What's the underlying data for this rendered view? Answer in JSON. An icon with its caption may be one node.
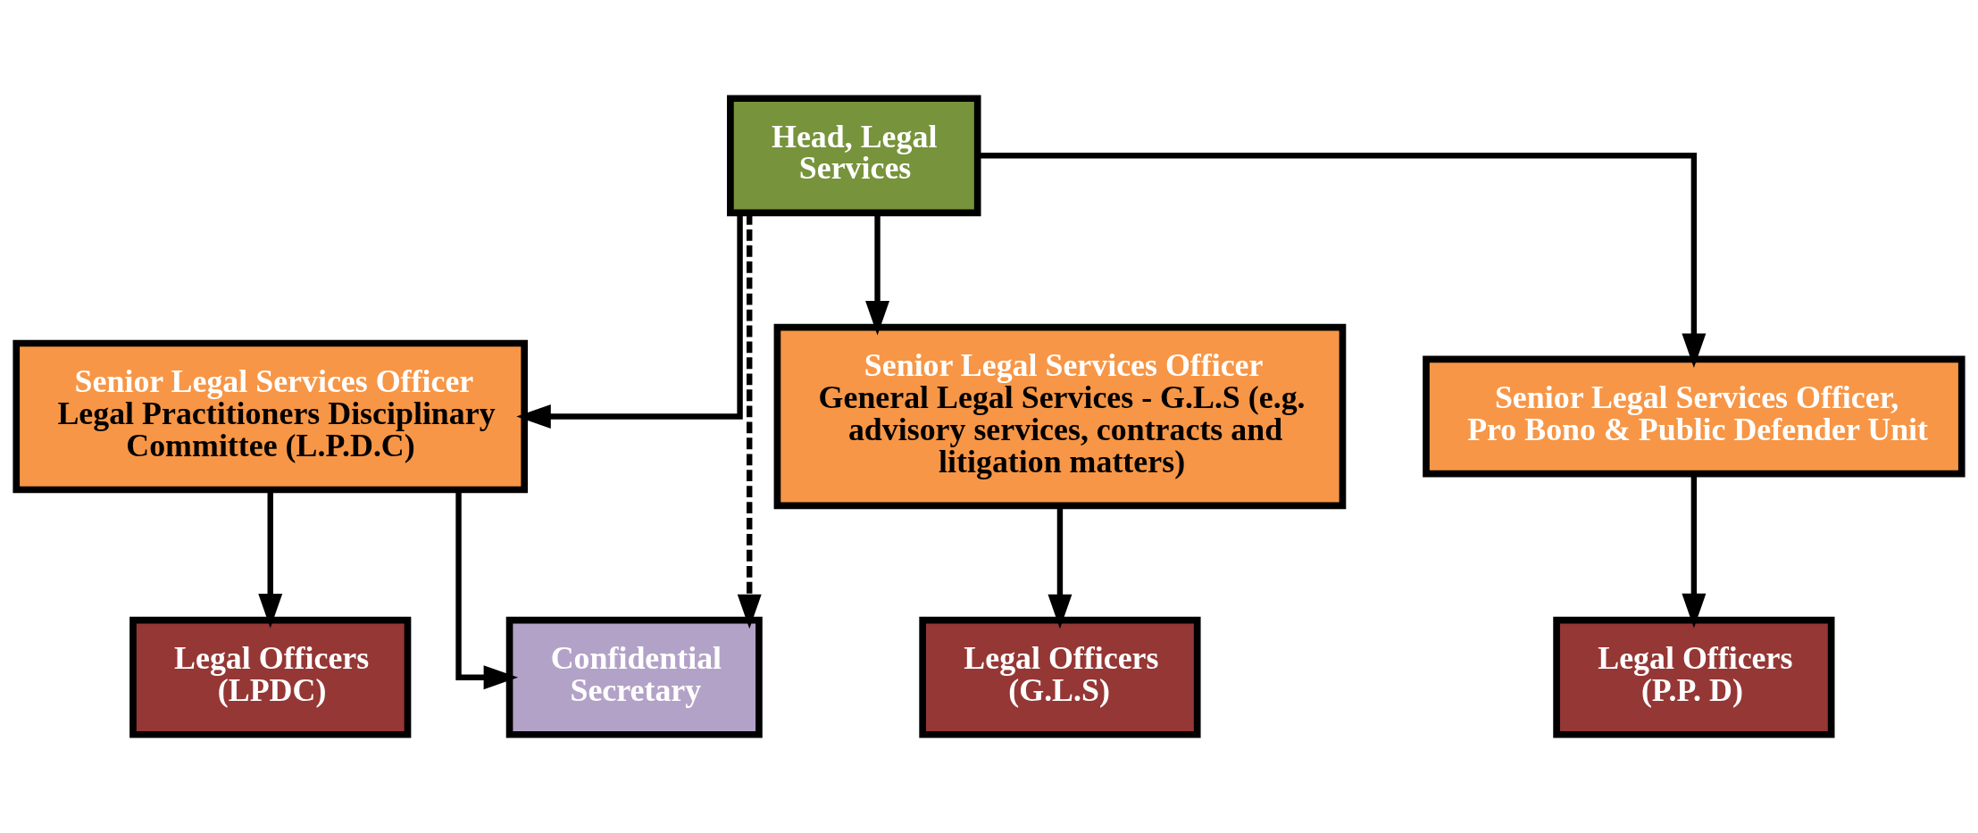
{
  "diagram": {
    "nodes": [
      {
        "text": [
          "Head, Legal Services"
        ]
      },
      {
        "text": [
          "Senior Legal Services Officer",
          "Legal Practitioners Disciplinary Committee (L.P.D.C)"
        ]
      },
      {
        "text": [
          "Senior Legal Services Officer",
          "General Legal Services - G.L.S (e.g. advisory services, contracts and litigation matters)"
        ]
      },
      {
        "text": [
          "Senior Legal Services Officer, Pro Bono & Public Defender Unit"
        ]
      },
      {
        "text": [
          "Legal Officers (LPDC)"
        ]
      },
      {
        "text": [
          "Legal Officers (G.L.S)"
        ]
      },
      {
        "text": [
          "Legal Officers (P.P. D)"
        ]
      },
      {
        "text": [
          "Confidential Secretary"
        ]
      }
    ],
    "edges": [
      {
        "from": 0,
        "to": 7,
        "arrow": "to",
        "style": "dashed"
      },
      {
        "from": 0,
        "to": 1,
        "arrow": "to"
      },
      {
        "from": 0,
        "to": 2,
        "arrow": "to"
      },
      {
        "from": 0,
        "to": 3,
        "arrow": "to"
      },
      {
        "from": 1,
        "to": 4,
        "arrow": "to"
      },
      {
        "from": 1,
        "to": 7,
        "arrow": "to"
      },
      {
        "from": 2,
        "to": 5,
        "arrow": "to"
      },
      {
        "from": 3,
        "to": 6,
        "arrow": "to"
      }
    ]
  }
}
